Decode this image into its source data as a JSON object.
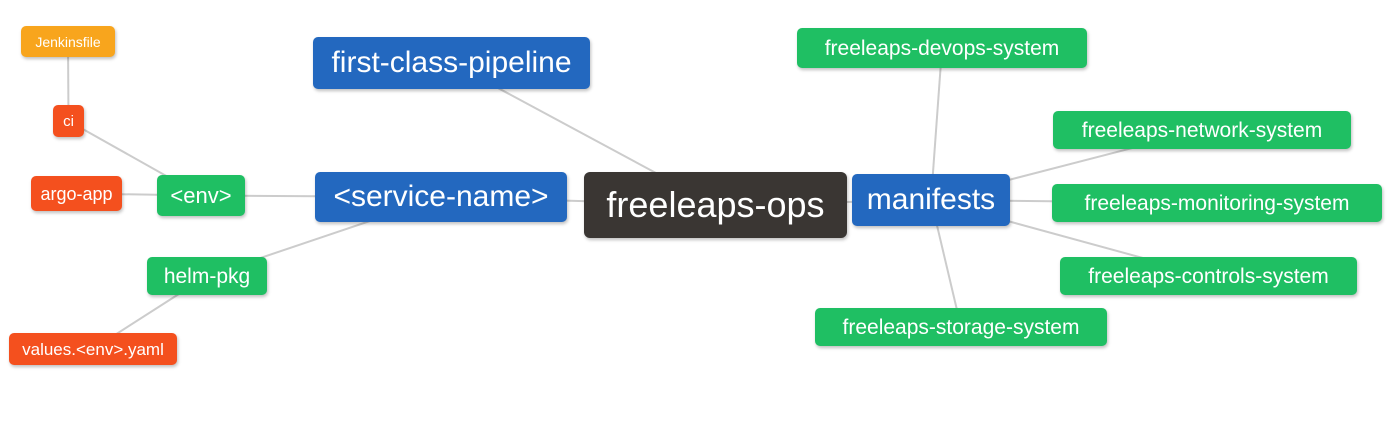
{
  "diagram": {
    "background": "#ffffff",
    "edge_color": "#cccccc",
    "text_color": "#ffffff",
    "palette": {
      "root": "#3A3633",
      "branch": "#2368BF",
      "leaf2": "#1FBF63",
      "leaf3": "#F4501E",
      "leaf4": "#F8A51D"
    },
    "nodes": [
      {
        "id": "freeleaps-ops",
        "label": "freeleaps-ops",
        "level": "root"
      },
      {
        "id": "first-class-pipeline",
        "label": "first-class-pipeline",
        "level": "branch"
      },
      {
        "id": "service-name",
        "label": "<service-name>",
        "level": "branch"
      },
      {
        "id": "manifests",
        "label": "manifests",
        "level": "branch"
      },
      {
        "id": "env",
        "label": "<env>",
        "level": "leaf2"
      },
      {
        "id": "helm-pkg",
        "label": "helm-pkg",
        "level": "leaf2"
      },
      {
        "id": "freeleaps-devops-system",
        "label": "freeleaps-devops-system",
        "level": "leaf2"
      },
      {
        "id": "freeleaps-network-system",
        "label": "freeleaps-network-system",
        "level": "leaf2"
      },
      {
        "id": "freeleaps-monitoring-system",
        "label": "freeleaps-monitoring-system",
        "level": "leaf2"
      },
      {
        "id": "freeleaps-controls-system",
        "label": "freeleaps-controls-system",
        "level": "leaf2"
      },
      {
        "id": "freeleaps-storage-system",
        "label": "freeleaps-storage-system",
        "level": "leaf2"
      },
      {
        "id": "ci",
        "label": "ci",
        "level": "leaf3"
      },
      {
        "id": "argo-app",
        "label": "argo-app",
        "level": "leaf3"
      },
      {
        "id": "values-env-yaml",
        "label": "values.<env>.yaml",
        "level": "leaf3"
      },
      {
        "id": "jenkinsfile",
        "label": "Jenkinsfile",
        "level": "leaf4"
      }
    ],
    "edges": [
      [
        "jenkinsfile",
        "ci"
      ],
      [
        "ci",
        "env"
      ],
      [
        "argo-app",
        "env"
      ],
      [
        "env",
        "service-name"
      ],
      [
        "helm-pkg",
        "service-name"
      ],
      [
        "values-env-yaml",
        "helm-pkg"
      ],
      [
        "first-class-pipeline",
        "freeleaps-ops"
      ],
      [
        "service-name",
        "freeleaps-ops"
      ],
      [
        "freeleaps-ops",
        "manifests"
      ],
      [
        "manifests",
        "freeleaps-devops-system"
      ],
      [
        "manifests",
        "freeleaps-network-system"
      ],
      [
        "manifests",
        "freeleaps-monitoring-system"
      ],
      [
        "manifests",
        "freeleaps-controls-system"
      ],
      [
        "manifests",
        "freeleaps-storage-system"
      ]
    ]
  }
}
